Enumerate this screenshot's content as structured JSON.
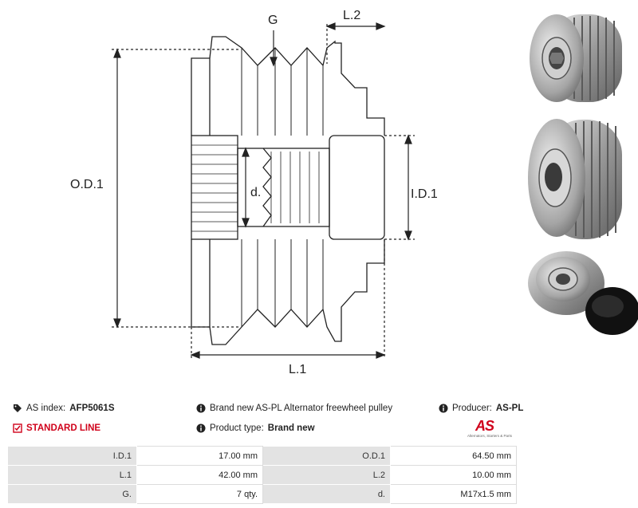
{
  "drawing": {
    "labels": {
      "g": "G",
      "l2": "L.2",
      "od1": "O.D.1",
      "d": "d.",
      "id1": "I.D.1",
      "l1": "L.1"
    }
  },
  "info": {
    "as_index_label": "AS index:",
    "as_index_value": "AFP5061S",
    "standard_line": "STANDARD LINE",
    "description": "Brand new AS-PL Alternator freewheel pulley",
    "product_type_label": "Product type:",
    "product_type_value": "Brand new",
    "producer_label": "Producer:",
    "producer_value": "AS-PL"
  },
  "logo": {
    "text": "AS",
    "subtitle": "Alternators, Starters & Parts"
  },
  "specs": [
    {
      "k1": "I.D.1",
      "v1": "17.00 mm",
      "k2": "O.D.1",
      "v2": "64.50 mm"
    },
    {
      "k1": "L.1",
      "v1": "42.00 mm",
      "k2": "L.2",
      "v2": "10.00 mm"
    },
    {
      "k1": "G.",
      "v1": "7 qty.",
      "k2": "d.",
      "v2": "M17x1.5 mm"
    }
  ],
  "colors": {
    "accent": "#d0021b",
    "table_key_bg": "#e3e3e3"
  }
}
